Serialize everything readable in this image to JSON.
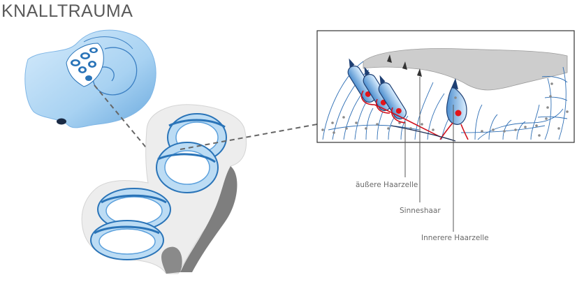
{
  "title": "KNALLTRAUMA",
  "labels": {
    "outer_hair_cell": "äußere Haarzelle",
    "hair": "Sinneshaar",
    "inner_hair_cell": "Innerere Haarzelle"
  },
  "colors": {
    "blue_light": "#cde5f8",
    "blue_mid": "#9ccbef",
    "blue_dark": "#2a74b8",
    "grey_tissue": "#cfcfcf",
    "grey_dark": "#7a7a7a",
    "nucleus_red": "#e3151a",
    "dash_grey": "#666666"
  }
}
